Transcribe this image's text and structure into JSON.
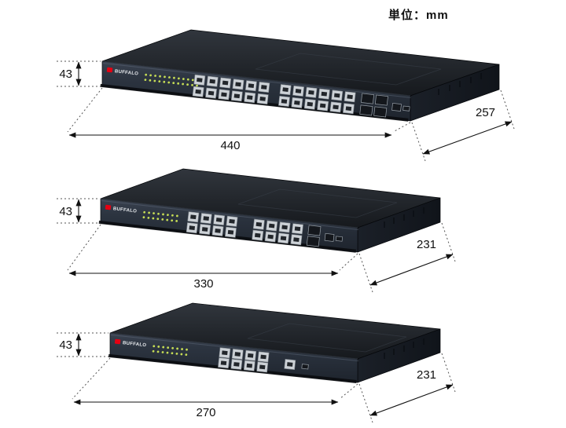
{
  "unit_label": "単位：mm",
  "brand": "BUFFALO",
  "switches": [
    {
      "height_mm": "43",
      "width_mm": "440",
      "depth_mm": "257",
      "ports": 24
    },
    {
      "height_mm": "43",
      "width_mm": "330",
      "depth_mm": "231",
      "ports": 16
    },
    {
      "height_mm": "43",
      "width_mm": "270",
      "depth_mm": "231",
      "ports": 8
    }
  ],
  "colors": {
    "dimension_line": "#111111",
    "chassis_front": "#2c3440",
    "chassis_top": "#24282e",
    "chassis_side": "#161b22",
    "port_silver": "#ccd1d6",
    "port_hole": "#22262b",
    "led_green": "#c6dd55",
    "slot_dark": "#14171c",
    "slot_frame": "#98a0a8",
    "logo_red": "#e60012"
  }
}
